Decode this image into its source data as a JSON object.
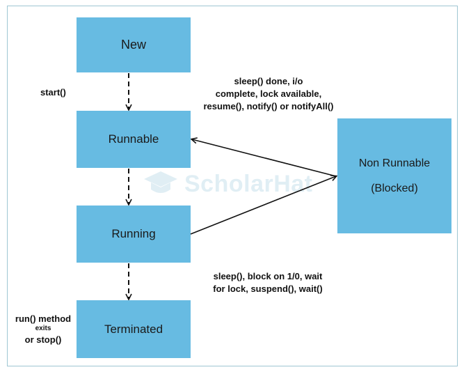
{
  "states": {
    "new": "New",
    "runnable": "Runnable",
    "running": "Running",
    "terminated": "Terminated",
    "non_runnable_line1": "Non Runnable",
    "non_runnable_line2": "(Blocked)"
  },
  "transitions": {
    "start": "start()",
    "wake_line1": "sleep() done, i/o",
    "wake_line2": "complete, lock available,",
    "wake_line3": "resume(), notify() or notifyAll()",
    "block_line1": "sleep(), block on 1/0, wait",
    "block_line2": "for lock, suspend(), wait()",
    "exit_line1": "run() method",
    "exit_line2": "exits",
    "exit_line3": "or stop()"
  },
  "watermark": {
    "text": "ScholarHat",
    "icon": "graduation-cap-icon"
  },
  "colors": {
    "state_fill": "#67bbe2",
    "frame_border": "#9ec6d3",
    "arrow": "#111111"
  }
}
